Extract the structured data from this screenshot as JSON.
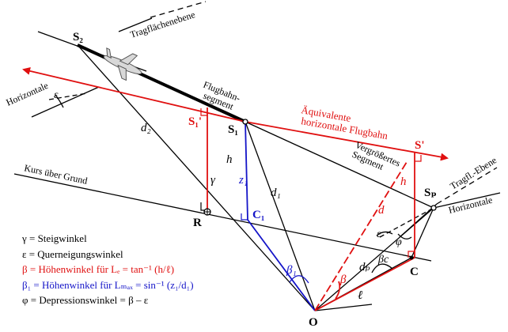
{
  "points": {
    "S2": "S₂",
    "S1": "S₁",
    "S1p": "S₁'",
    "Sp": "S'",
    "S_p": "Sₚ",
    "R": "R",
    "C1": "C₁",
    "C": "C",
    "O": "O"
  },
  "line_labels": {
    "tragflaechenebene": "Tragflächenebene",
    "horizontale_left": "Horizontale",
    "horizontale_right": "Horizontale",
    "flugbahn_segment": [
      "Flugbahn-",
      "segment"
    ],
    "aequivalente": [
      "Äquivalente",
      "horizontale Flugbahn"
    ],
    "vergroessertes": [
      "Vergrößertes",
      "Segment"
    ],
    "kurs": "Kurs über Grund",
    "tragfl_ebene": "Tragfl.-Ebene"
  },
  "symbols": {
    "eps_left": "ε",
    "d2": "d₂",
    "d1": "d₁",
    "h_left": "h",
    "h_right": "h",
    "gamma": "γ",
    "z1": "z₁",
    "beta1": "β₁",
    "d": "d",
    "dp": "dₚ",
    "ell": "ℓ",
    "beta": "β",
    "beta_c": "βc",
    "eps_right": "ε",
    "phi": "φ"
  },
  "legend": [
    {
      "text": "γ = Steigwinkel",
      "color": "#000000"
    },
    {
      "text": "ε = Querneigungswinkel",
      "color": "#000000"
    },
    {
      "text": "β = Höhenwinkel für Lₑ = tan⁻¹ (h/ℓ)",
      "color": "#e01010"
    },
    {
      "text": "β₁ = Höhenwinkel für Lₘₐₓ = sin⁻¹ (z₁/d₁)",
      "color": "#1414c8"
    },
    {
      "text": "φ = Depressionswinkel = β – ε",
      "color": "#000000"
    }
  ],
  "colors": {
    "red": "#e01010",
    "blue": "#1414c8",
    "black": "#000000"
  }
}
